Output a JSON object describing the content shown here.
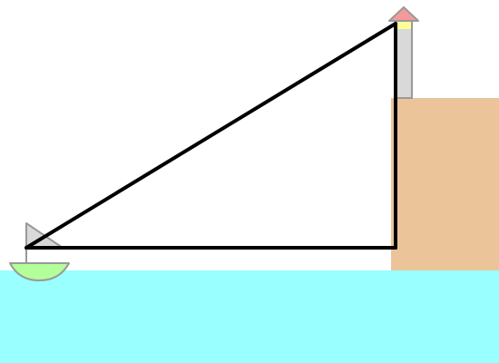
{
  "scene": {
    "colors": {
      "background": "#ffffff",
      "water": "#99ffff",
      "cliff": "#ebc49a",
      "lighthouse_body": "#d9d9d9",
      "lighthouse_roof": "#f59a9a",
      "lighthouse_light": "#ffff99",
      "boat_hull": "#b3ff99",
      "boat_sail": "#d9d9d9",
      "outline": "#999999",
      "triangle": "#000000"
    },
    "objects": {
      "boat": {
        "icon": "sailboat-icon"
      },
      "lighthouse": {
        "icon": "lighthouse-icon"
      },
      "triangle": {
        "sides": [
          "horizontal-distance",
          "lighthouse-height",
          "line-of-sight"
        ]
      }
    }
  }
}
